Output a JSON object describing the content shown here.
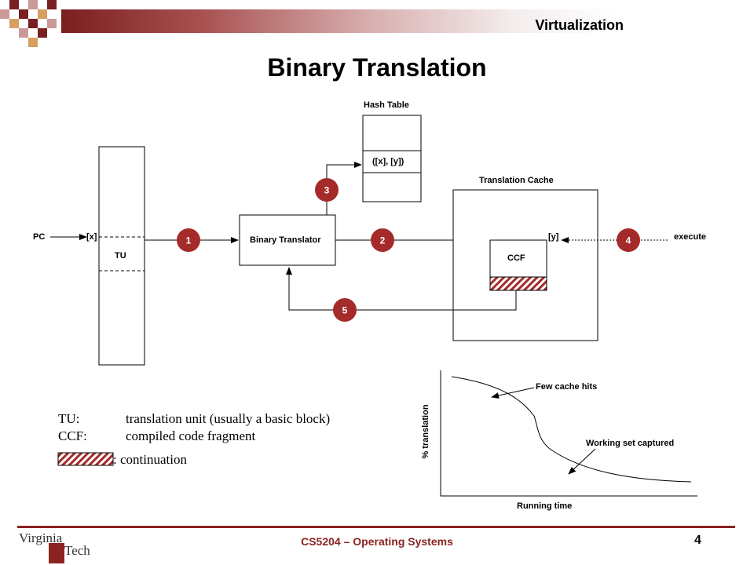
{
  "header": {
    "title": "Virtualization"
  },
  "slide": {
    "title": "Binary Translation"
  },
  "diagram": {
    "pc_label": "PC",
    "x_label": "[x]",
    "tu_label": "TU",
    "binary_translator_label": "Binary Translator",
    "hash_table_title": "Hash Table",
    "hash_entry": "([x], [y])",
    "translation_cache_title": "Translation Cache",
    "y_label": "[y]",
    "ccf_label": "CCF",
    "execute_label": "execute",
    "steps": [
      "1",
      "2",
      "3",
      "4",
      "5"
    ],
    "step_color": "#a52a2a"
  },
  "legend": {
    "tu_term": "TU:",
    "tu_def": "translation unit (usually a basic block)",
    "ccf_term": "CCF:",
    "ccf_def": "compiled code fragment",
    "cont_def": ":  continuation"
  },
  "graph": {
    "ylabel": "% translation",
    "xlabel": "Running time",
    "annotation_1": "Few cache hits",
    "annotation_2": "Working set captured"
  },
  "footer": {
    "logo_top": "Virginia",
    "logo_bottom": "Tech",
    "course": "CS5204 – Operating Systems",
    "page": "4"
  },
  "colors": {
    "accent": "#8b2323",
    "hatch": "#a52a2a"
  }
}
